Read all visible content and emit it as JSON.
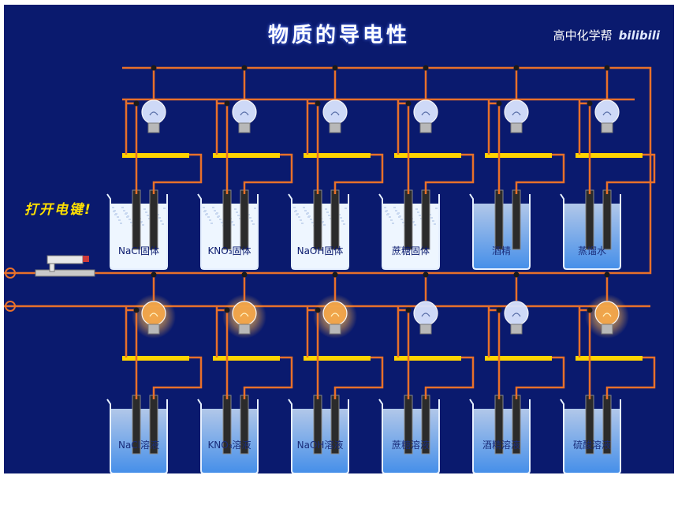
{
  "title": "物质的导电性",
  "brand": {
    "name": "高中化学帮",
    "logo": "bilibili"
  },
  "hint": "打开电键!",
  "top_row": [
    {
      "label": "NaCl固体",
      "lit": false,
      "liquid": "solid"
    },
    {
      "label": "KNO₃固体",
      "lit": false,
      "liquid": "solid"
    },
    {
      "label": "NaOH固体",
      "lit": false,
      "liquid": "solid"
    },
    {
      "label": "蔗糖固体",
      "lit": false,
      "liquid": "solid"
    },
    {
      "label": "酒精",
      "lit": false,
      "liquid": "clear"
    },
    {
      "label": "蒸馏水",
      "lit": false,
      "liquid": "clear"
    }
  ],
  "bottom_row": [
    {
      "label": "NaCl溶液",
      "lit": true,
      "liquid": "clear"
    },
    {
      "label": "KNO₃溶液",
      "lit": true,
      "liquid": "clear"
    },
    {
      "label": "NaOH溶液",
      "lit": true,
      "liquid": "clear"
    },
    {
      "label": "蔗糖溶液",
      "lit": false,
      "liquid": "clear"
    },
    {
      "label": "酒精溶液",
      "lit": false,
      "liquid": "clear"
    },
    {
      "label": "硫酸溶液",
      "lit": true,
      "liquid": "clear"
    }
  ],
  "colors": {
    "background": "#0a1a6e",
    "wire": "#e8702a",
    "platform": "#ffd400",
    "glow": "#ffb347"
  }
}
